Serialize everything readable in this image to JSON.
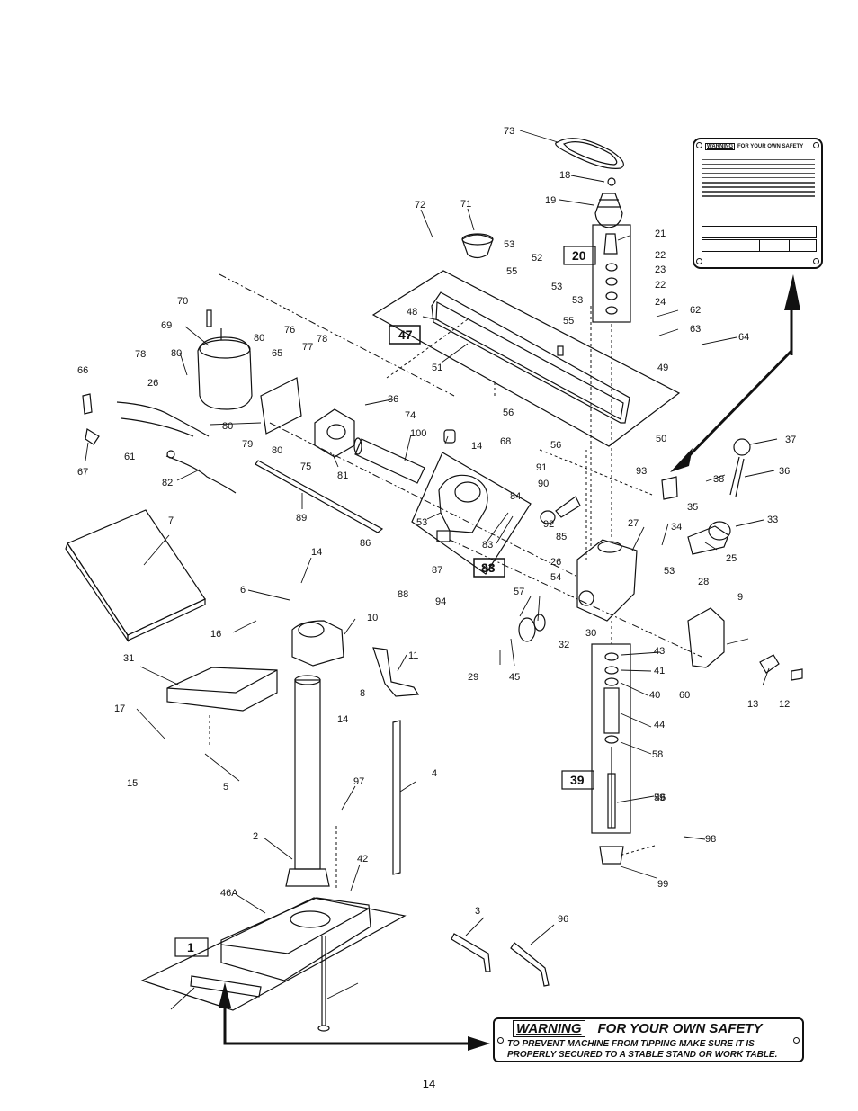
{
  "page_number": "14",
  "warning_label": {
    "word": "WARNING",
    "title": "FOR YOUR OWN SAFETY",
    "line1": "TO PREVENT MACHINE FROM TIPPING MAKE SURE IT IS",
    "line2": "PROPERLY SECURED TO A STABLE STAND OR WORK TABLE."
  },
  "safety_plate": {
    "word": "WARNING",
    "title": "FOR YOUR OWN SAFETY"
  },
  "assembly_boxes": [
    "47",
    "20",
    "83",
    "39",
    "1"
  ],
  "part_labels": [
    "73",
    "18",
    "19",
    "72",
    "71",
    "53",
    "55",
    "52",
    "53",
    "53",
    "55",
    "21",
    "22",
    "23",
    "22",
    "24",
    "62",
    "63",
    "64",
    "48",
    "51",
    "49",
    "50",
    "56",
    "56",
    "70",
    "69",
    "80",
    "76",
    "78",
    "80",
    "77",
    "78",
    "65",
    "66",
    "26",
    "36",
    "74",
    "80",
    "79",
    "80",
    "75",
    "81",
    "100",
    "14",
    "68",
    "67",
    "61",
    "82",
    "89",
    "91",
    "90",
    "92",
    "85",
    "84",
    "53",
    "83",
    "95",
    "7",
    "14",
    "86",
    "87",
    "88",
    "94",
    "93",
    "38",
    "37",
    "36",
    "35",
    "33",
    "34",
    "25",
    "27",
    "26",
    "54",
    "53",
    "28",
    "57",
    "9",
    "6",
    "10",
    "11",
    "8",
    "14",
    "16",
    "31",
    "32",
    "30",
    "29",
    "45",
    "43",
    "41",
    "40",
    "44",
    "58",
    "59",
    "60",
    "13",
    "12",
    "17",
    "15",
    "5",
    "4",
    "97",
    "2",
    "42",
    "46A",
    "46",
    "98",
    "99",
    "3",
    "96"
  ]
}
